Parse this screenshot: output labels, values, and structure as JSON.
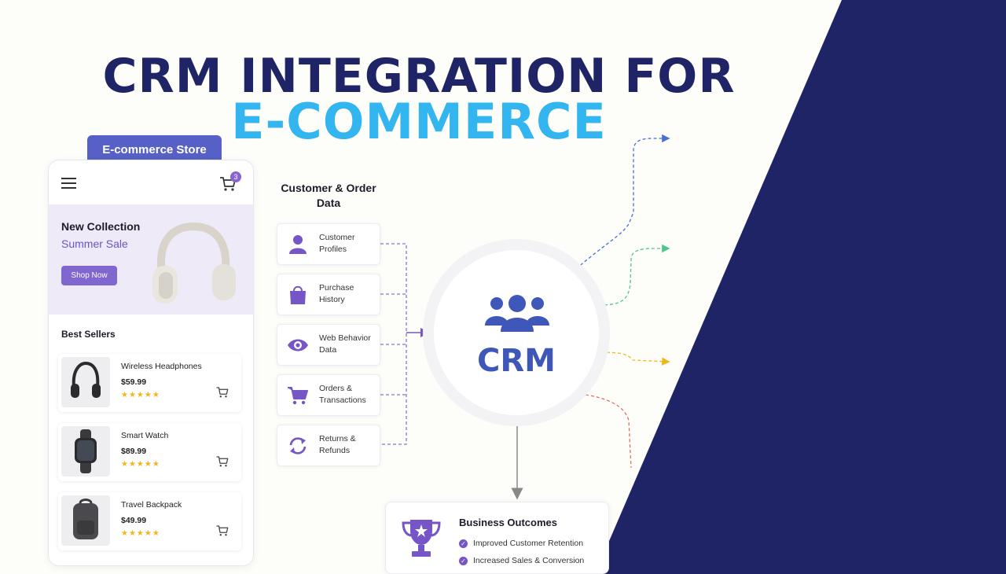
{
  "heading": {
    "line1": "CRM INTEGRATION FOR",
    "line2": "E-COMMERCE"
  },
  "colors": {
    "navy": "#1f2466",
    "sky": "#33b5f0",
    "purple": "#7655c6",
    "crm_blue": "#3f57b8",
    "green": "#4fc58b",
    "amber": "#f2b51b",
    "coral": "#e4705a"
  },
  "store": {
    "tab_label": "E-commerce Store",
    "cart_count": "3",
    "hero": {
      "title": "New Collection",
      "subtitle": "Summer Sale",
      "button": "Shop Now"
    },
    "best_sellers_label": "Best Sellers",
    "products": [
      {
        "name": "Wireless Headphones",
        "price": "$59.99",
        "stars": "★★★★★"
      },
      {
        "name": "Smart Watch",
        "price": "$89.99",
        "stars": "★★★★★"
      },
      {
        "name": "Travel Backpack",
        "price": "$49.99",
        "stars": "★★★★★"
      }
    ]
  },
  "customer_data": {
    "title": "Customer & Order Data",
    "items": [
      {
        "label": "Customer Profiles",
        "icon": "person-icon"
      },
      {
        "label": "Purchase History",
        "icon": "shopping-bag-icon"
      },
      {
        "label": "Web Behavior Data",
        "icon": "eye-icon"
      },
      {
        "label": "Orders & Transactions",
        "icon": "cart-icon"
      },
      {
        "label": "Returns & Refunds",
        "icon": "refresh-icon"
      }
    ]
  },
  "crm": {
    "label": "CRM",
    "icon": "users-group-icon"
  },
  "outcomes": {
    "title": "Business Outcomes",
    "items": [
      "Improved Customer Retention",
      "Increased Sales & Conversion"
    ]
  }
}
